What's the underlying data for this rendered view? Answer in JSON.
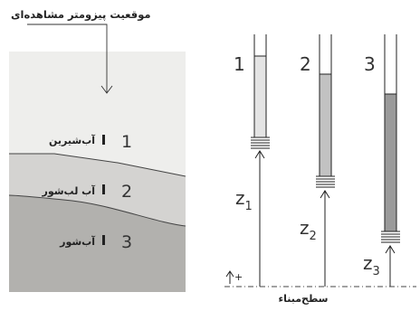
{
  "header_label": "موقعیت پیزومتر مشاهده‌ای",
  "layers": [
    {
      "num": "1",
      "label": "آب‌شیرین"
    },
    {
      "num": "2",
      "label": "آب لب‌شور"
    },
    {
      "num": "3",
      "label": "آب‌شور"
    }
  ],
  "piezometers": [
    {
      "num": "1",
      "z_main": "z",
      "z_sub": "1"
    },
    {
      "num": "2",
      "z_main": "z",
      "z_sub": "2"
    },
    {
      "num": "3",
      "z_main": "z",
      "z_sub": "3"
    }
  ],
  "datum_label": "سطح‌مبناء",
  "datum_symbol": "+",
  "colors": {
    "fresh": "#eeeeec",
    "brackish": "#d4d3d1",
    "saline": "#b2b1ae",
    "tube_fill_1": "#e4e4e4",
    "tube_fill_2": "#c2c2c2",
    "tube_fill_3": "#9a9a9a",
    "ink": "#222222"
  }
}
